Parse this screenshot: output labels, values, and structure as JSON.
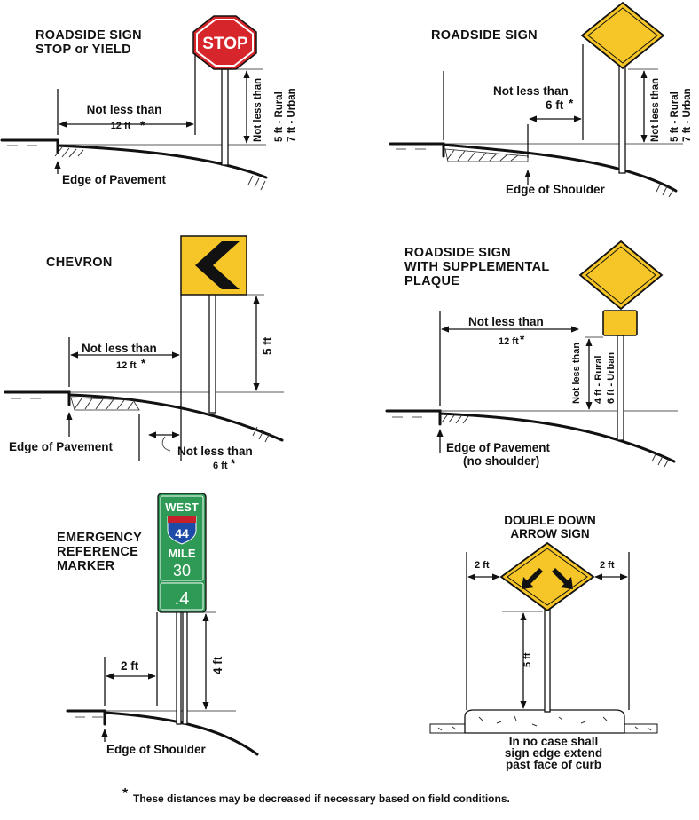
{
  "panels": {
    "stop": {
      "heading_line1": "ROADSIDE SIGN",
      "heading_line2": "STOP or YIELD",
      "sign_text": "STOP",
      "horiz_label": "Not less than",
      "horiz_value": "12 ft",
      "vert_label": "Not less than",
      "vert_rural": "5 ft - Rural",
      "vert_urban": "7 ft - Urban",
      "edge_label": "Edge of Pavement"
    },
    "roadside": {
      "heading": "ROADSIDE SIGN",
      "horiz_label": "Not less than",
      "horiz_value": "6 ft",
      "vert_label": "Not less than",
      "vert_rural": "5 ft - Rural",
      "vert_urban": "7 ft - Urban",
      "edge_label": "Edge of Shoulder"
    },
    "chevron": {
      "heading": "CHEVRON",
      "horiz_label": "Not less than",
      "horiz_value": "12 ft",
      "vert_value": "5 ft",
      "edge_label": "Edge of Pavement",
      "shoulder_label": "Not less than",
      "shoulder_value": "6 ft"
    },
    "plaque": {
      "heading_line1": "ROADSIDE SIGN",
      "heading_line2": "WITH SUPPLEMENTAL",
      "heading_line3": "PLAQUE",
      "horiz_label": "Not less than",
      "horiz_value": "12 ft",
      "vert_label": "Not less than",
      "vert_rural": "4 ft - Rural",
      "vert_urban": "6 ft - Urban",
      "edge_label_line1": "Edge of Pavement",
      "edge_label_line2": "(no shoulder)"
    },
    "marker": {
      "heading_line1": "EMERGENCY",
      "heading_line2": "REFERENCE",
      "heading_line3": "MARKER",
      "sign_line1": "WEST",
      "shield_number": "44",
      "sign_line2": "MILE",
      "sign_line3": "30",
      "sign_line4": ".4",
      "horiz_value": "2 ft",
      "vert_value": "4 ft",
      "edge_label": "Edge of Shoulder"
    },
    "double_arrow": {
      "heading_line1": "DOUBLE DOWN",
      "heading_line2": "ARROW SIGN",
      "left_value": "2 ft",
      "right_value": "2 ft",
      "vert_value": "5 ft",
      "note_line1": "In no case shall",
      "note_line2": "sign edge extend",
      "note_line3": "past face of curb"
    }
  },
  "footnote_marker": "*",
  "footnote": "These distances may be decreased if necessary based on field conditions.",
  "colors": {
    "stop_red": "#D7262B",
    "warning_yellow": "#F6C628",
    "guide_green": "#2E9A55",
    "interstate_blue": "#1E4AA8",
    "interstate_red": "#C8202A"
  }
}
